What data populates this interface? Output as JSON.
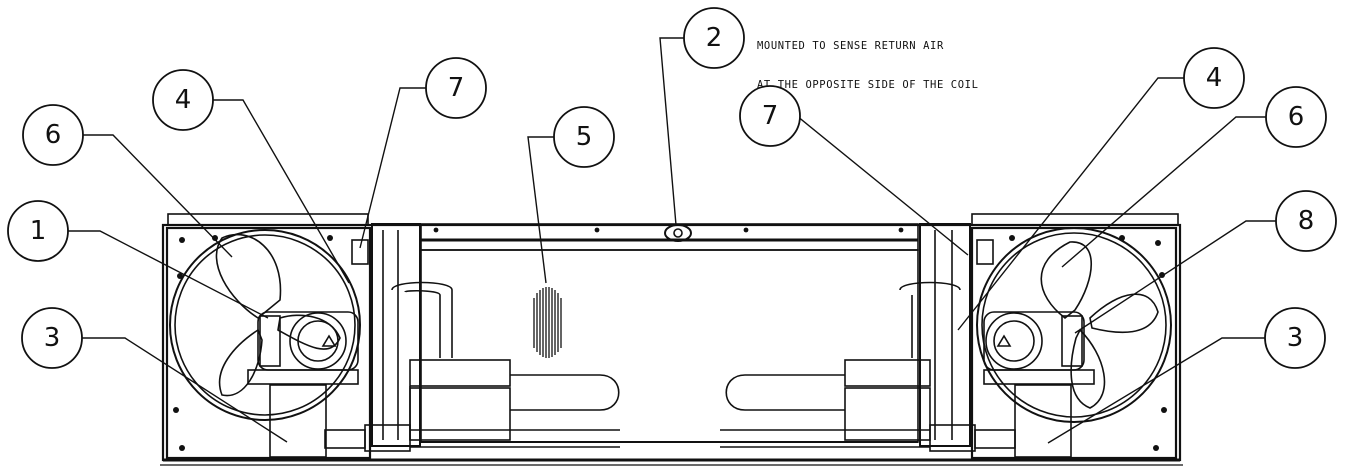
{
  "diagram": {
    "note_line1": "MOUNTED TO SENSE RETURN AIR",
    "note_line2": "AT THE OPPOSITE SIDE OF THE COIL",
    "callouts": [
      {
        "id": "c1",
        "label": "1"
      },
      {
        "id": "c2",
        "label": "2"
      },
      {
        "id": "c3-left",
        "label": "3"
      },
      {
        "id": "c3-right",
        "label": "3"
      },
      {
        "id": "c4-left",
        "label": "4"
      },
      {
        "id": "c4-right",
        "label": "4"
      },
      {
        "id": "c5",
        "label": "5"
      },
      {
        "id": "c6-left",
        "label": "6"
      },
      {
        "id": "c6-right",
        "label": "6"
      },
      {
        "id": "c7-left",
        "label": "7"
      },
      {
        "id": "c7-right",
        "label": "7"
      },
      {
        "id": "c8",
        "label": "8"
      }
    ],
    "colors": {
      "ink": "#111111",
      "background": "#ffffff"
    }
  }
}
